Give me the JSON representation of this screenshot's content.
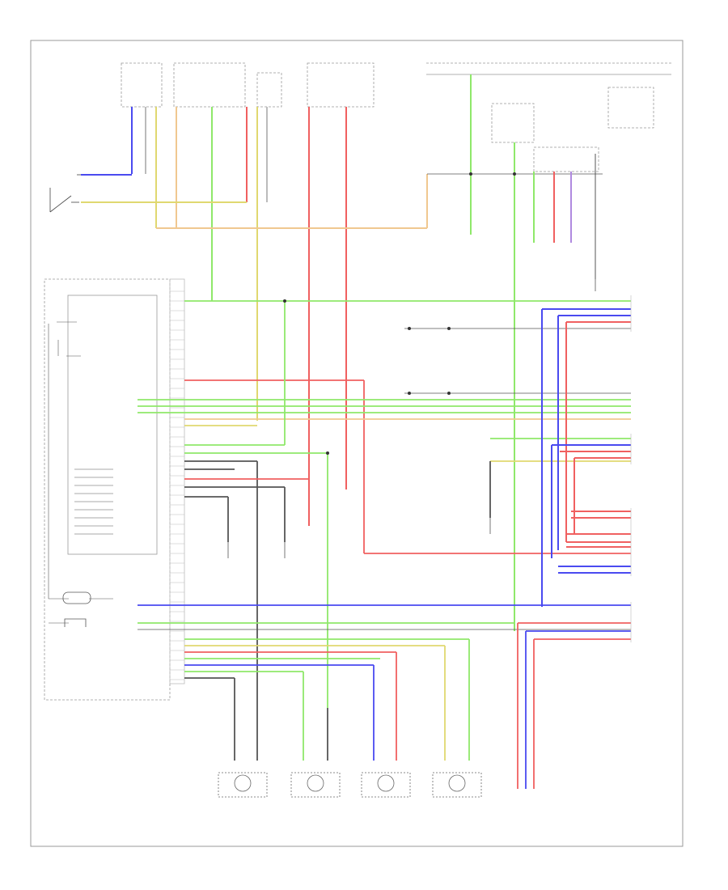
{
  "diagram": {
    "footer_code": "",
    "colors": {
      "green": "#8fe86a",
      "red": "#f06060",
      "blue": "#4a4af0",
      "yellow": "#e0d870",
      "orange": "#f0c890",
      "violet": "#b08ae0",
      "black": "#222222",
      "frame": "#999999"
    },
    "icons": [
      "switch-symbol",
      "resistor-symbol",
      "wheel-sensor-symbol",
      "ground-symbol",
      "splice-dot"
    ]
  }
}
